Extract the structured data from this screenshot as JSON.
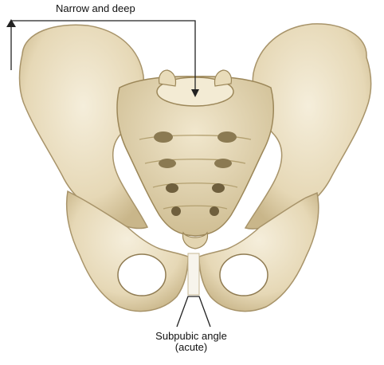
{
  "colors": {
    "bone_light": "#efe6cf",
    "bone_mid": "#e2d4b0",
    "bone_shadow": "#b9a77d",
    "bone_dark": "#7d6a45",
    "leader_line": "#222222"
  },
  "labels": {
    "pelvic_inlet": "Narrow and deep",
    "subpubic_angle": "Subpubic angle",
    "subpubic_angle_type": "(acute)"
  }
}
